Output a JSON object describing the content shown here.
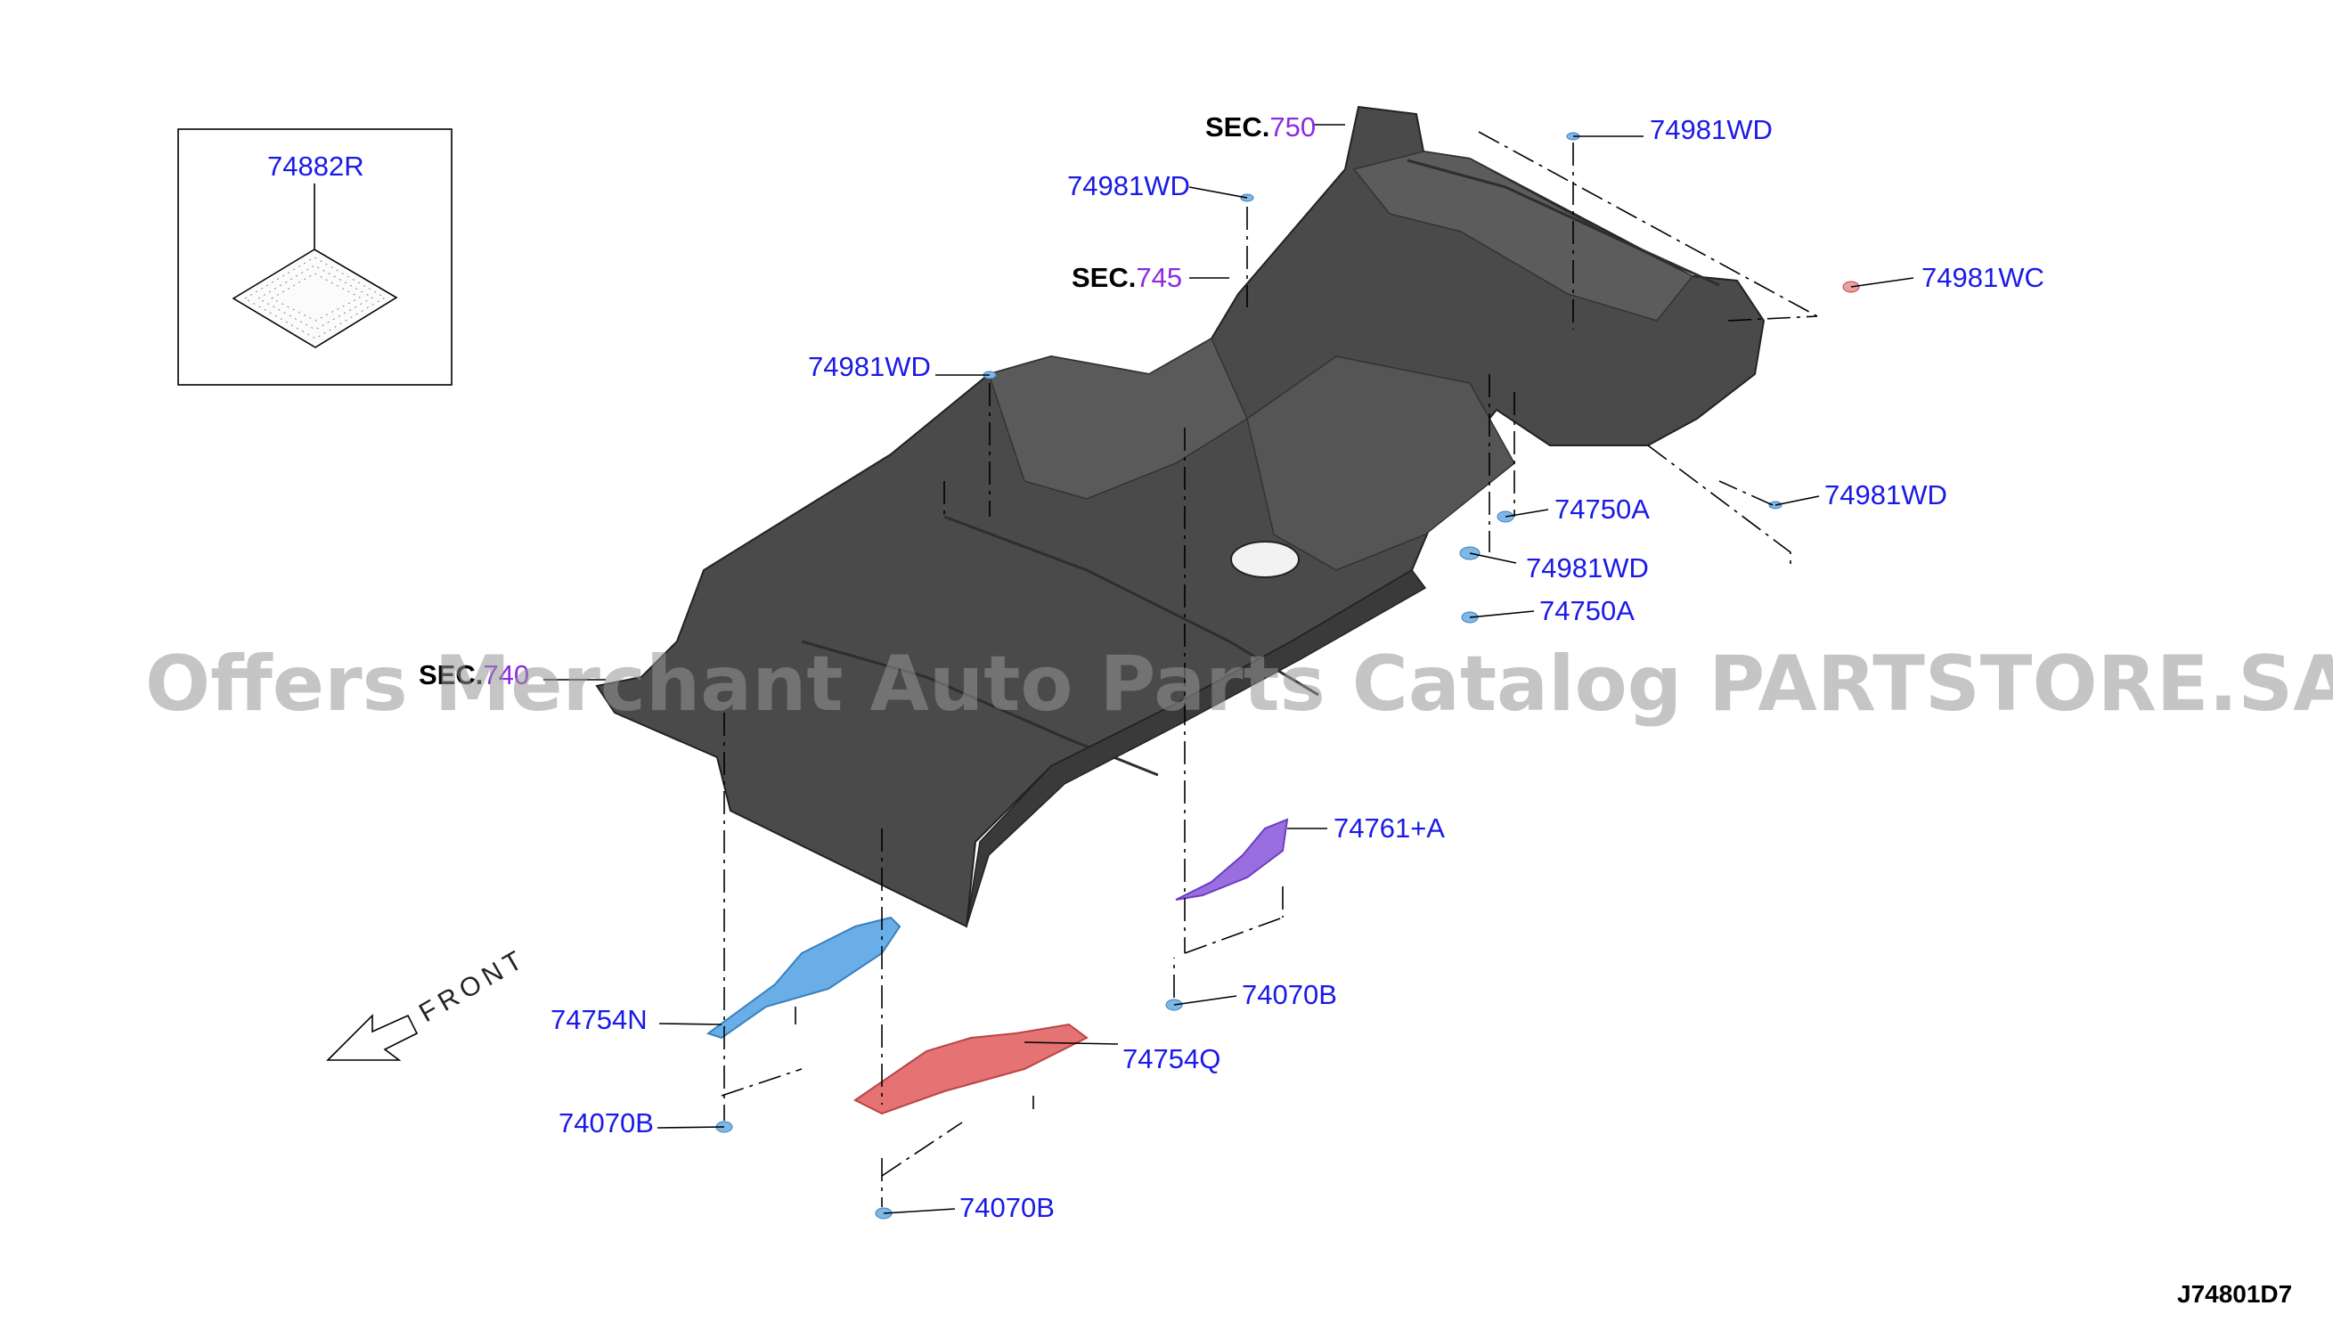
{
  "inset": {
    "part": "74882R"
  },
  "sections": [
    {
      "prefix": "SEC.",
      "number": "750"
    },
    {
      "prefix": "SEC.",
      "number": "745"
    },
    {
      "prefix": "SEC.",
      "number": "740"
    }
  ],
  "callouts": {
    "wd_top_right": "74981WD",
    "wd_top_left": "74981WD",
    "wc_right": "74981WC",
    "wd_left": "74981WD",
    "wd_right": "74981WD",
    "a_upper": "74750A",
    "wd_mid": "74981WD",
    "a_lower": "74750A",
    "p_74761": "74761+A",
    "b_mid": "74070B",
    "n_74754": "74754N",
    "q_74754": "74754Q",
    "b_left": "74070B",
    "b_bottom": "74070B"
  },
  "front_label": "FRONT",
  "watermark": "Offers Merchant Auto Parts Catalog PARTSTORE.SA",
  "diagram_code": "J74801D7",
  "colors": {
    "label": "#1a1ae6",
    "section_number": "#8a2be2",
    "floor_panel": "#4a4a4a",
    "part_74754N": "#6aaee8",
    "part_74754Q": "#e57373",
    "part_74761": "#9a6ee0",
    "clip": "#7fb8e6"
  }
}
